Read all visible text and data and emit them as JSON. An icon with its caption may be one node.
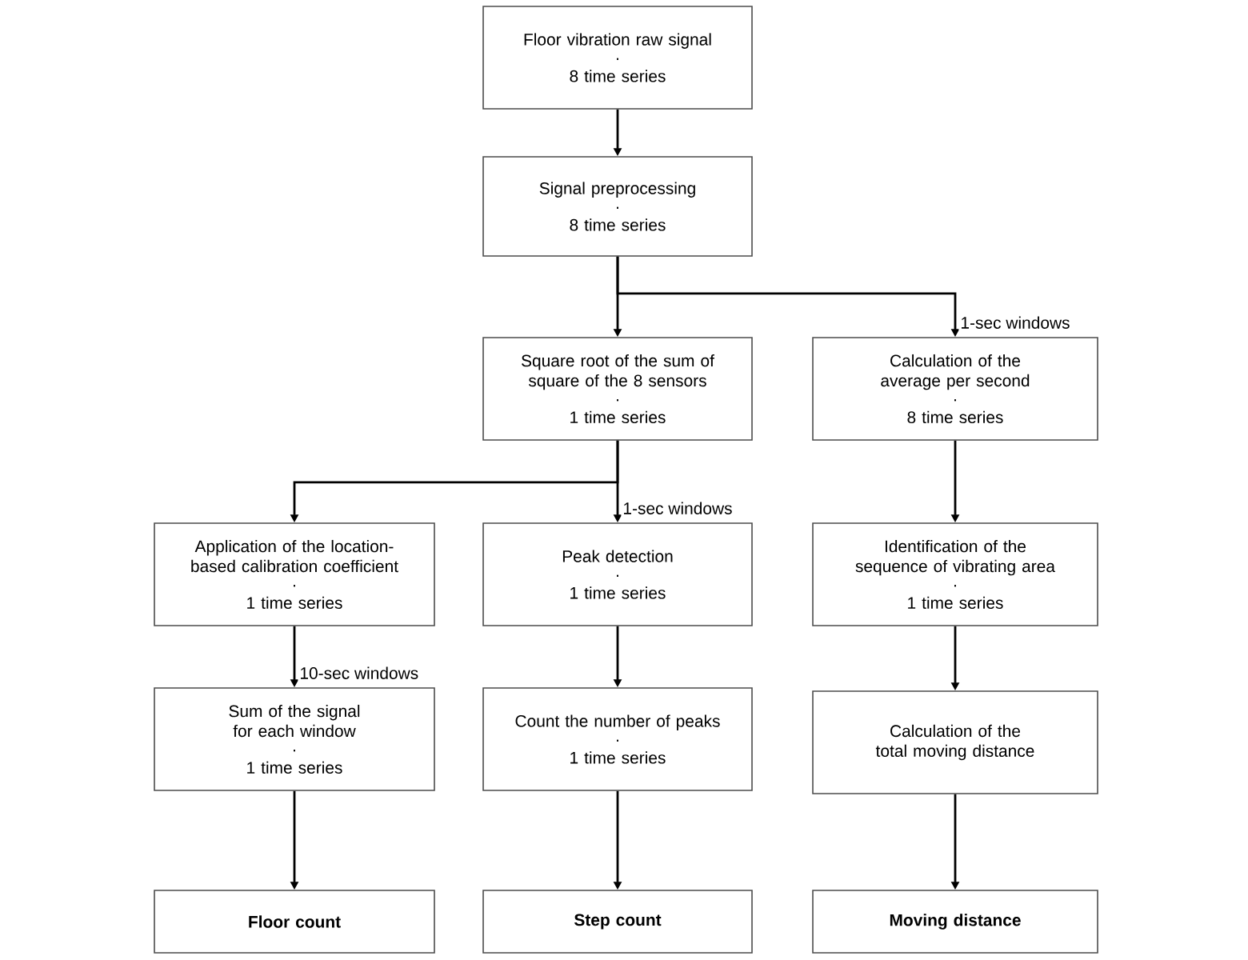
{
  "diagram": {
    "nodes": [
      {
        "text": [
          "Floor vibration raw signal",
          "·",
          "8 time series"
        ]
      },
      {
        "text": [
          "Signal preprocessing",
          "·",
          "8 time series"
        ]
      },
      {
        "text": [
          "Square root of the sum of square of the 8 sensors",
          "·",
          "1 time series"
        ]
      },
      {
        "text": [
          "Calculation of the average per second",
          "·",
          "8 time series"
        ]
      },
      {
        "text": [
          "Application of the location-based calibration coefficient",
          "·",
          "1 time series"
        ]
      },
      {
        "text": [
          "Peak detection",
          "·",
          "1 time series"
        ]
      },
      {
        "text": [
          "Identification of the sequence of vibrating area",
          "·",
          "1 time series"
        ]
      },
      {
        "text": [
          "Sum of the signal for each window",
          "·",
          "1 time series"
        ]
      },
      {
        "text": [
          "Count the number of peaks",
          "·",
          "1 time series"
        ]
      },
      {
        "text": [
          "Calculation of the total moving distance"
        ]
      },
      {
        "text": [
          "Floor count"
        ]
      },
      {
        "text": [
          "Step count"
        ]
      },
      {
        "text": [
          "Moving distance"
        ]
      }
    ],
    "edges": [
      {
        "from": 0,
        "to": 1,
        "arrow": "to"
      },
      {
        "from": 1,
        "to": 2,
        "arrow": "to"
      },
      {
        "from": 1,
        "to": 3,
        "arrow": "to",
        "label": "1-sec windows"
      },
      {
        "from": 2,
        "to": 4,
        "arrow": "to"
      },
      {
        "from": 2,
        "to": 5,
        "arrow": "to",
        "label": "1-sec windows"
      },
      {
        "from": 3,
        "to": 6,
        "arrow": "to"
      },
      {
        "from": 4,
        "to": 7,
        "arrow": "to",
        "label": "10-sec windows"
      },
      {
        "from": 5,
        "to": 8,
        "arrow": "to"
      },
      {
        "from": 6,
        "to": 9,
        "arrow": "to"
      },
      {
        "from": 7,
        "to": 10,
        "arrow": "to"
      },
      {
        "from": 8,
        "to": 11,
        "arrow": "to"
      },
      {
        "from": 9,
        "to": 12,
        "arrow": "to"
      }
    ]
  }
}
